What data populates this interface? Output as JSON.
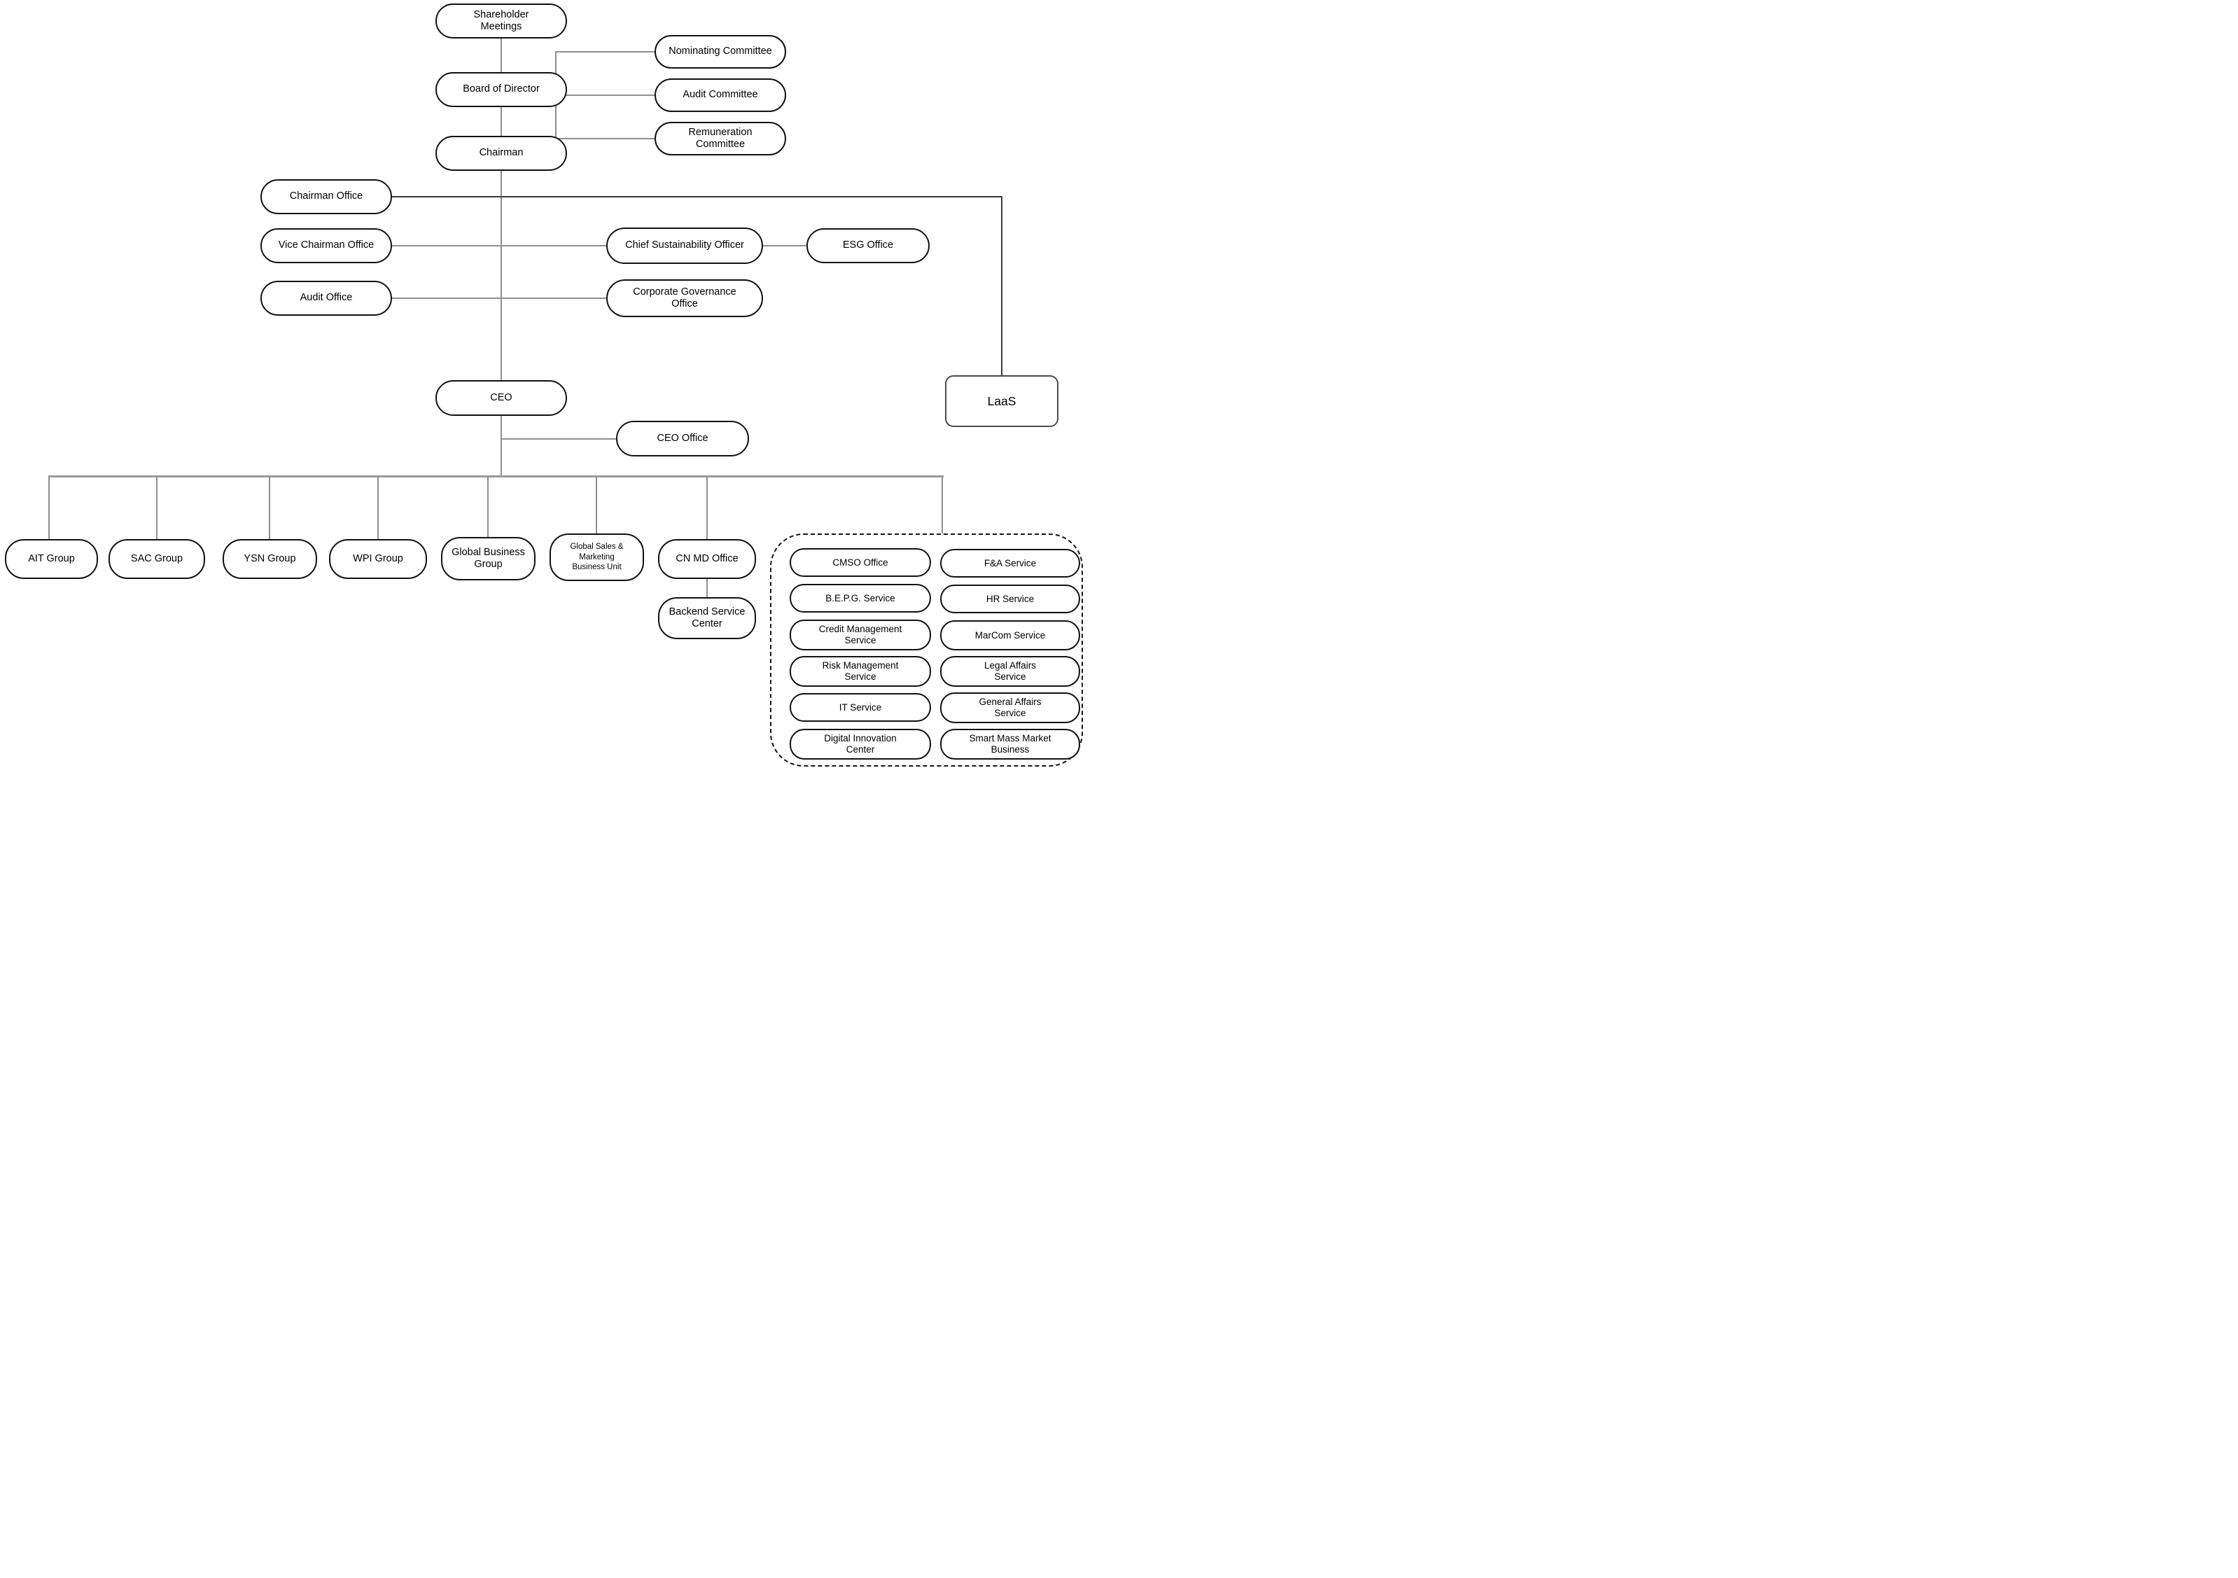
{
  "diagram": {
    "type": "org-chart",
    "nodes": {
      "shareholder_meetings": {
        "label": "Shareholder\nMeetings"
      },
      "board_of_director": {
        "label": "Board of Director"
      },
      "nominating_committee": {
        "label": "Nominating Committee"
      },
      "audit_committee": {
        "label": "Audit Committee"
      },
      "remuneration_committee": {
        "label": "Remuneration\nCommittee"
      },
      "chairman": {
        "label": "Chairman"
      },
      "chairman_office": {
        "label": "Chairman Office"
      },
      "vice_chairman_office": {
        "label": "Vice Chairman Office"
      },
      "chief_sustainability_officer": {
        "label": "Chief Sustainability Officer"
      },
      "esg_office": {
        "label": "ESG Office"
      },
      "audit_office": {
        "label": "Audit Office"
      },
      "corporate_governance_office": {
        "label": "Corporate Governance\nOffice"
      },
      "ceo": {
        "label": "CEO"
      },
      "ceo_office": {
        "label": "CEO Office"
      },
      "laas": {
        "label": "LaaS"
      },
      "ait_group": {
        "label": "AIT Group"
      },
      "sac_group": {
        "label": "SAC Group"
      },
      "ysn_group": {
        "label": "YSN Group"
      },
      "wpi_group": {
        "label": "WPI Group"
      },
      "global_business_group": {
        "label": "Global Business\nGroup"
      },
      "global_sales_marketing_bu": {
        "label": "Global Sales &\nMarketing\nBusiness Unit"
      },
      "cn_md_office": {
        "label": "CN MD Office"
      },
      "backend_service_center": {
        "label": "Backend Service\nCenter"
      },
      "cmso_office": {
        "label": "CMSO Office"
      },
      "bepg_service": {
        "label": "B.E.P.G.  Service"
      },
      "credit_management_service": {
        "label": "Credit Management\nService"
      },
      "risk_management_service": {
        "label": "Risk Management\nService"
      },
      "it_service": {
        "label": "IT Service"
      },
      "digital_innovation_center": {
        "label": "Digital Innovation\nCenter"
      },
      "fa_service": {
        "label": "F&A Service"
      },
      "hr_service": {
        "label": "HR Service"
      },
      "marcom_service": {
        "label": "MarCom Service"
      },
      "legal_affairs_service": {
        "label": "Legal Affairs\nService"
      },
      "general_affairs_service": {
        "label": "General Affairs\nService"
      },
      "smart_mass_market_business": {
        "label": "Smart Mass Market\nBusiness"
      }
    },
    "edges": [
      [
        "shareholder_meetings",
        "board_of_director"
      ],
      [
        "board_of_director",
        "nominating_committee"
      ],
      [
        "board_of_director",
        "audit_committee"
      ],
      [
        "board_of_director",
        "remuneration_committee"
      ],
      [
        "board_of_director",
        "chairman"
      ],
      [
        "chairman",
        "chairman_office"
      ],
      [
        "chairman",
        "vice_chairman_office"
      ],
      [
        "chairman",
        "audit_office"
      ],
      [
        "vice_chairman_office",
        "chief_sustainability_officer"
      ],
      [
        "chief_sustainability_officer",
        "esg_office"
      ],
      [
        "audit_office",
        "corporate_governance_office"
      ],
      [
        "chairman_office",
        "laas"
      ],
      [
        "chairman",
        "ceo"
      ],
      [
        "ceo",
        "ceo_office"
      ],
      [
        "ceo",
        "ait_group"
      ],
      [
        "ceo",
        "sac_group"
      ],
      [
        "ceo",
        "ysn_group"
      ],
      [
        "ceo",
        "wpi_group"
      ],
      [
        "ceo",
        "global_business_group"
      ],
      [
        "ceo",
        "global_sales_marketing_bu"
      ],
      [
        "ceo",
        "cn_md_office"
      ],
      [
        "ceo",
        "shared_services_dashed_group"
      ],
      [
        "cn_md_office",
        "backend_service_center"
      ]
    ],
    "colors": {
      "box_fill": "#ffffff",
      "box_border": "#111111",
      "connector": "#8f8f8f",
      "connector_dark": "#3a3a3a",
      "dashed_border": "#161616"
    }
  }
}
